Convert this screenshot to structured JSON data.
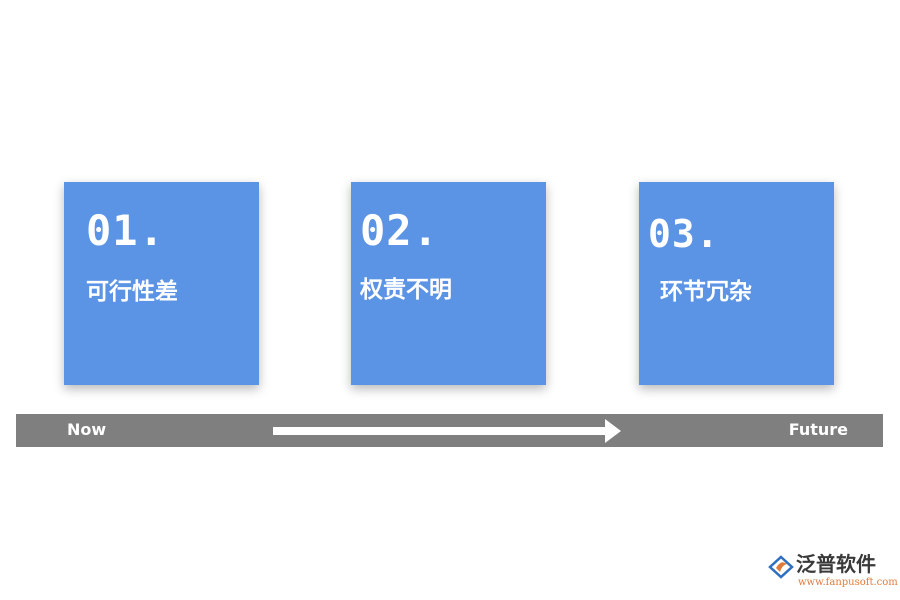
{
  "cards": [
    {
      "number": "01.",
      "title": "可行性差"
    },
    {
      "number": "02.",
      "title": "权责不明"
    },
    {
      "number": "03.",
      "title": "环节冗杂"
    }
  ],
  "timeline": {
    "start_label": "Now",
    "end_label": "Future",
    "arrow_icon": "right-arrow-icon"
  },
  "logo": {
    "name": "泛普软件",
    "url": "www.fanpusoft.com",
    "icon": "fanpu-logo-icon"
  },
  "colors": {
    "card_background": "#5b93e5",
    "timeline_bar": "#7f7f7f",
    "text_on_color": "#ffffff",
    "logo_text": "#3a3a3a",
    "logo_accent": "#e07a3a",
    "logo_blue": "#2f6fc0"
  }
}
